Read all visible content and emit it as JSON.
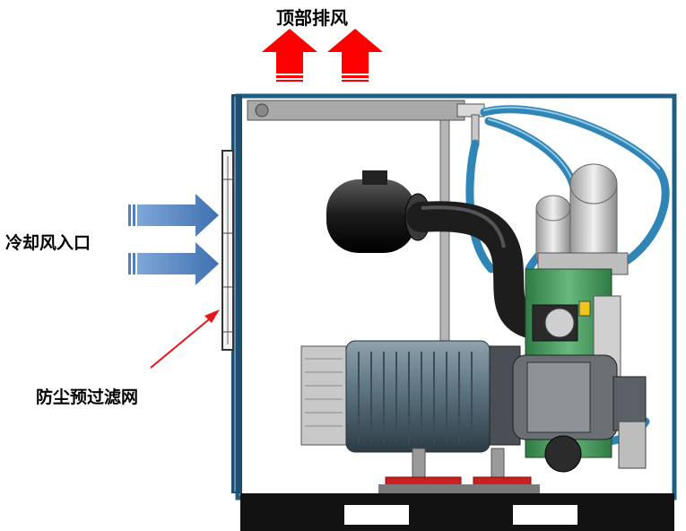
{
  "labels": {
    "top_exhaust": "顶部排风",
    "cooling_inlet": "冷却风入口",
    "dust_prefilter": "防尘预过滤网"
  },
  "colors": {
    "cabinet_frame": "#1f5f86",
    "exhaust_arrow": "#ff0000",
    "intake_arrow": "#4f81bd",
    "pointer_arrow": "#e8141b",
    "motor": "#5c7380",
    "compressor_body": "#58a86c",
    "hoses": "#2f86b6",
    "base": "#121212"
  }
}
